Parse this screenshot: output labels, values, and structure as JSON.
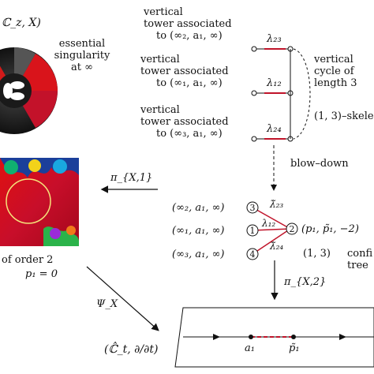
{
  "top_left": {
    "space_label": "ℂ_z, X)",
    "essential_text": [
      "essential",
      "singularity",
      "at ∞"
    ]
  },
  "towers": [
    {
      "line1": "vertical",
      "line2": "tower associated",
      "line3": "to (∞₂, a₁, ∞)"
    },
    {
      "line1": "vertical",
      "line2": "tower associated",
      "line3": "to (∞₁, a₁, ∞)"
    },
    {
      "line1": "vertical",
      "line2": "tower associated",
      "line3": "to (∞₃, a₁, ∞)"
    }
  ],
  "lambdas_top": [
    "λ₂₃",
    "λ₁₂",
    "λ₂₄"
  ],
  "vertical_cycle": [
    "vertical",
    "cycle of",
    "length 3"
  ],
  "skeleton_label": "(1, 3)–skele",
  "blow_down": "blow–down",
  "pi_x1": "π_{X,1}",
  "pi_x2": "π_{X,2}",
  "psi_x": "Ψ_X",
  "mid_left": {
    "line1": "of order   2",
    "line2": "p₁ = 0"
  },
  "tree": {
    "rows": [
      "(∞₂, a₁, ∞)",
      "(∞₁, a₁, ∞)",
      "(∞₃, a₁, ∞)"
    ],
    "nodes": [
      "3",
      "1",
      "2",
      "4"
    ],
    "edges": [
      "λ̃₂₃",
      "λ₁₂",
      "λ̃₂₄"
    ],
    "node2_label": "(p₁, p̃₁, −2)",
    "pair_label": "(1, 3)",
    "conf_label": "confi",
    "tree_label": "tree"
  },
  "bottom": {
    "space": "(ℂ̂_t, ∂/∂t)",
    "a1": "a₁",
    "p1": "p̃₁"
  }
}
